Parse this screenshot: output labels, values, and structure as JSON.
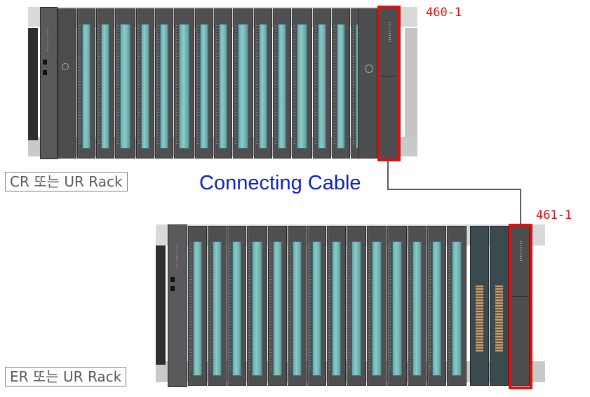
{
  "labels": {
    "cr_rack": "CR 또는 UR Rack",
    "er_rack": "ER 또는 UR Rack",
    "cable": "Connecting Cable",
    "im_top": "460-1",
    "im_bottom": "461-1"
  },
  "colors": {
    "highlight": "#e01010",
    "cable_text": "#0a1fd0",
    "module_body": "#4f4f52",
    "module_window": "#7fbfbe"
  },
  "racks": {
    "top": {
      "io_modules": 15
    },
    "bottom": {
      "io_modules": 14
    }
  }
}
